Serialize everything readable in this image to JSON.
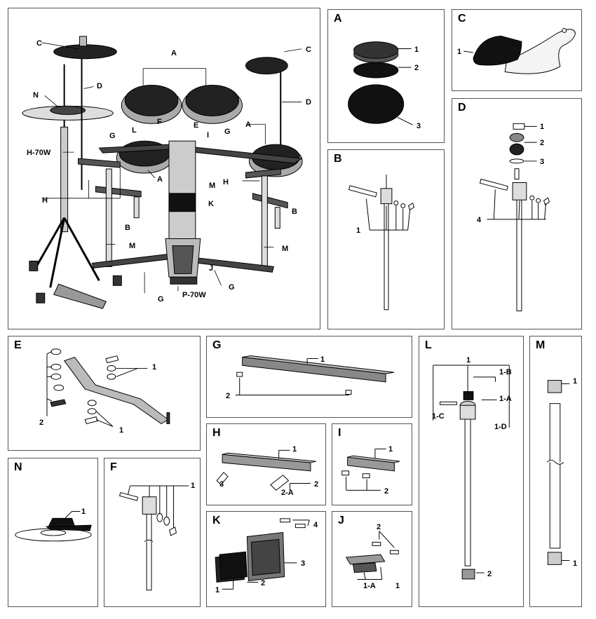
{
  "panels": {
    "main": {
      "callouts": {
        "a_top": "A",
        "a_right": "A",
        "a_mid": "A",
        "c_left": "C",
        "c_right": "C",
        "d_left": "D",
        "d_right": "D",
        "n": "N",
        "h70w": "H-70W",
        "g_left": "G",
        "g_top": "G",
        "g_mid": "G",
        "g_bottom": "G",
        "f": "F",
        "e": "E",
        "l": "L",
        "i": "I",
        "h_left": "H",
        "h_right": "H",
        "m_mid": "M",
        "m_left": "M",
        "m_right": "M",
        "k": "K",
        "b_left": "B",
        "b_right": "B",
        "j": "J",
        "p70w": "P-70W"
      }
    },
    "A": {
      "label": "A",
      "c1": "1",
      "c2": "2",
      "c3": "3"
    },
    "C": {
      "label": "C",
      "c1": "1"
    },
    "B": {
      "label": "B",
      "c1": "1"
    },
    "D": {
      "label": "D",
      "c1": "1",
      "c2": "2",
      "c3": "3",
      "c4": "4"
    },
    "E": {
      "label": "E",
      "c1a": "1",
      "c1b": "1",
      "c2": "2"
    },
    "G": {
      "label": "G",
      "c1": "1",
      "c2": "2"
    },
    "L": {
      "label": "L",
      "c1": "1",
      "c1b": "1-B",
      "c1a": "1-A",
      "c1c": "1-C",
      "c1d": "1-D",
      "c2": "2"
    },
    "M": {
      "label": "M",
      "c1a": "1",
      "c1b": "1"
    },
    "N": {
      "label": "N",
      "c1": "1"
    },
    "F": {
      "label": "F",
      "c1": "1"
    },
    "H": {
      "label": "H",
      "c1": "1",
      "c3": "3",
      "c2": "2",
      "c2a": "2-A"
    },
    "I": {
      "label": "I",
      "c1": "1",
      "c2": "2"
    },
    "K": {
      "label": "K",
      "c4": "4",
      "c3": "3",
      "c1": "1",
      "c2": "2"
    },
    "J": {
      "label": "J",
      "c2": "2",
      "c1a": "1-A",
      "c1": "1"
    }
  }
}
